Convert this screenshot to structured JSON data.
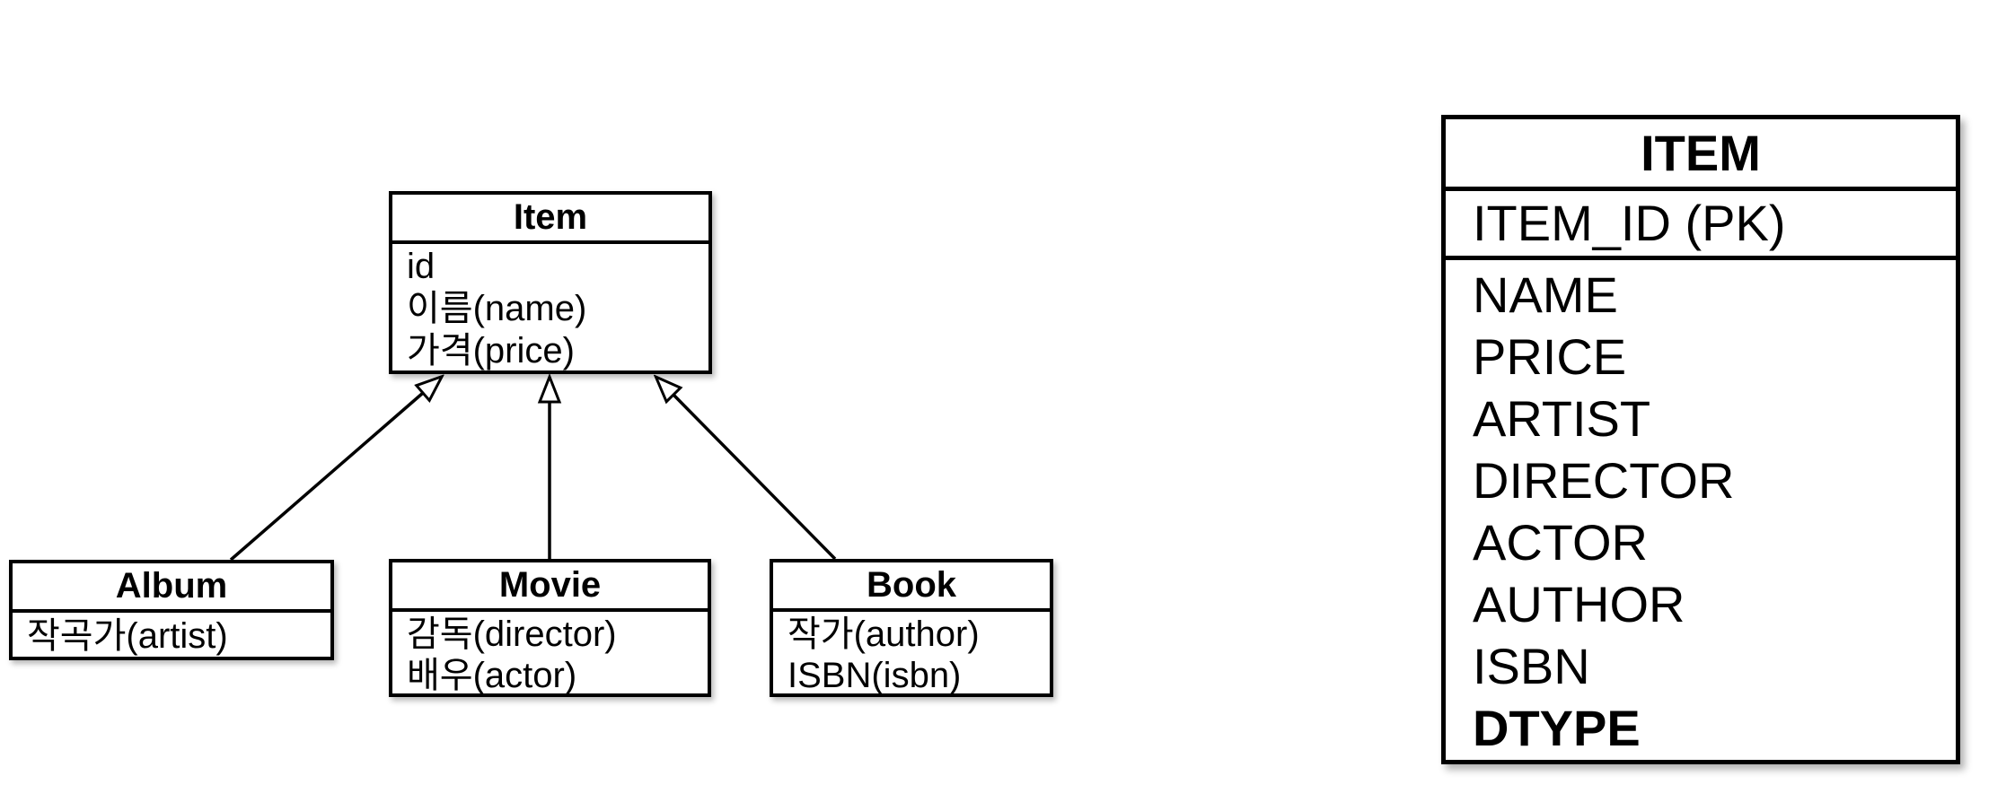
{
  "diagram": {
    "classes": {
      "item": {
        "title": "Item",
        "attributes": [
          "id",
          "이름(name)",
          "가격(price)"
        ]
      },
      "album": {
        "title": "Album",
        "attributes": [
          "작곡가(artist)"
        ]
      },
      "movie": {
        "title": "Movie",
        "attributes": [
          "감독(director)",
          "배우(actor)"
        ]
      },
      "book": {
        "title": "Book",
        "attributes": [
          "작가(author)",
          "ISBN(isbn)"
        ]
      }
    },
    "relationships": [
      {
        "from": "Album",
        "to": "Item",
        "type": "generalization"
      },
      {
        "from": "Movie",
        "to": "Item",
        "type": "generalization"
      },
      {
        "from": "Book",
        "to": "Item",
        "type": "generalization"
      }
    ]
  },
  "table": {
    "title": "ITEM",
    "primary_key": "ITEM_ID (PK)",
    "columns": [
      "NAME",
      "PRICE",
      "ARTIST",
      "DIRECTOR",
      "ACTOR",
      "AUTHOR",
      "ISBN",
      "DTYPE"
    ],
    "bold_column": "DTYPE"
  },
  "colors": {
    "line": "#000000",
    "background": "#ffffff",
    "text": "#000000"
  }
}
